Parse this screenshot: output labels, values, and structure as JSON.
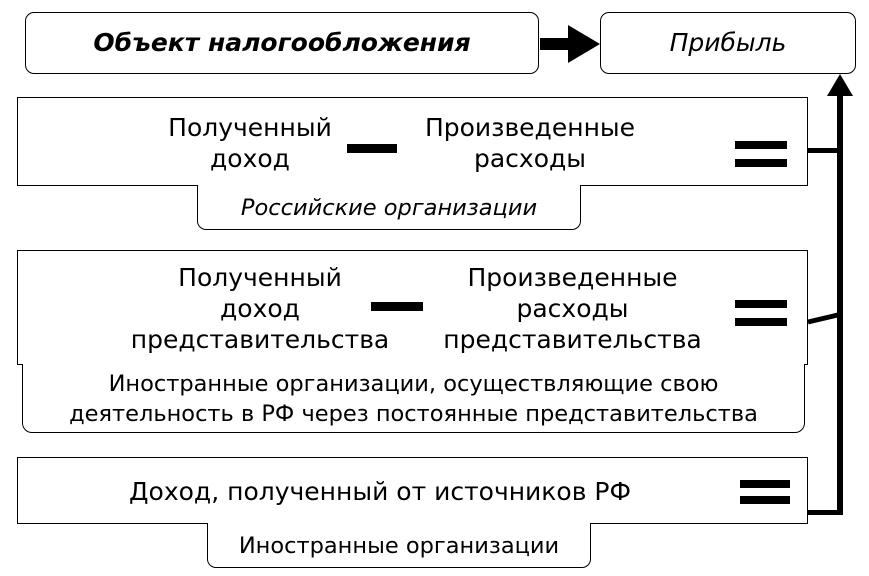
{
  "header": {
    "object_label": "Объект налогообложения",
    "profit_label": "Прибыль"
  },
  "rows": [
    {
      "income": [
        "Полученный",
        "доход"
      ],
      "expenses": [
        "Произведенные",
        "расходы"
      ],
      "subject": "Российские организации"
    },
    {
      "income": [
        "Полученный",
        "доход",
        "представительства"
      ],
      "expenses": [
        "Произведенные",
        "расходы",
        "представительства"
      ],
      "subject_lines": [
        "Иностранные организации, осуществляющие свою",
        "деятельность в РФ через постоянные представительства"
      ]
    },
    {
      "income_text": "Доход, полученный от источников РФ",
      "subject": "Иностранные организации"
    }
  ],
  "icons": {
    "minus": "minus-icon",
    "equals": "equals-icon",
    "arrow": "arrow-right-icon"
  }
}
